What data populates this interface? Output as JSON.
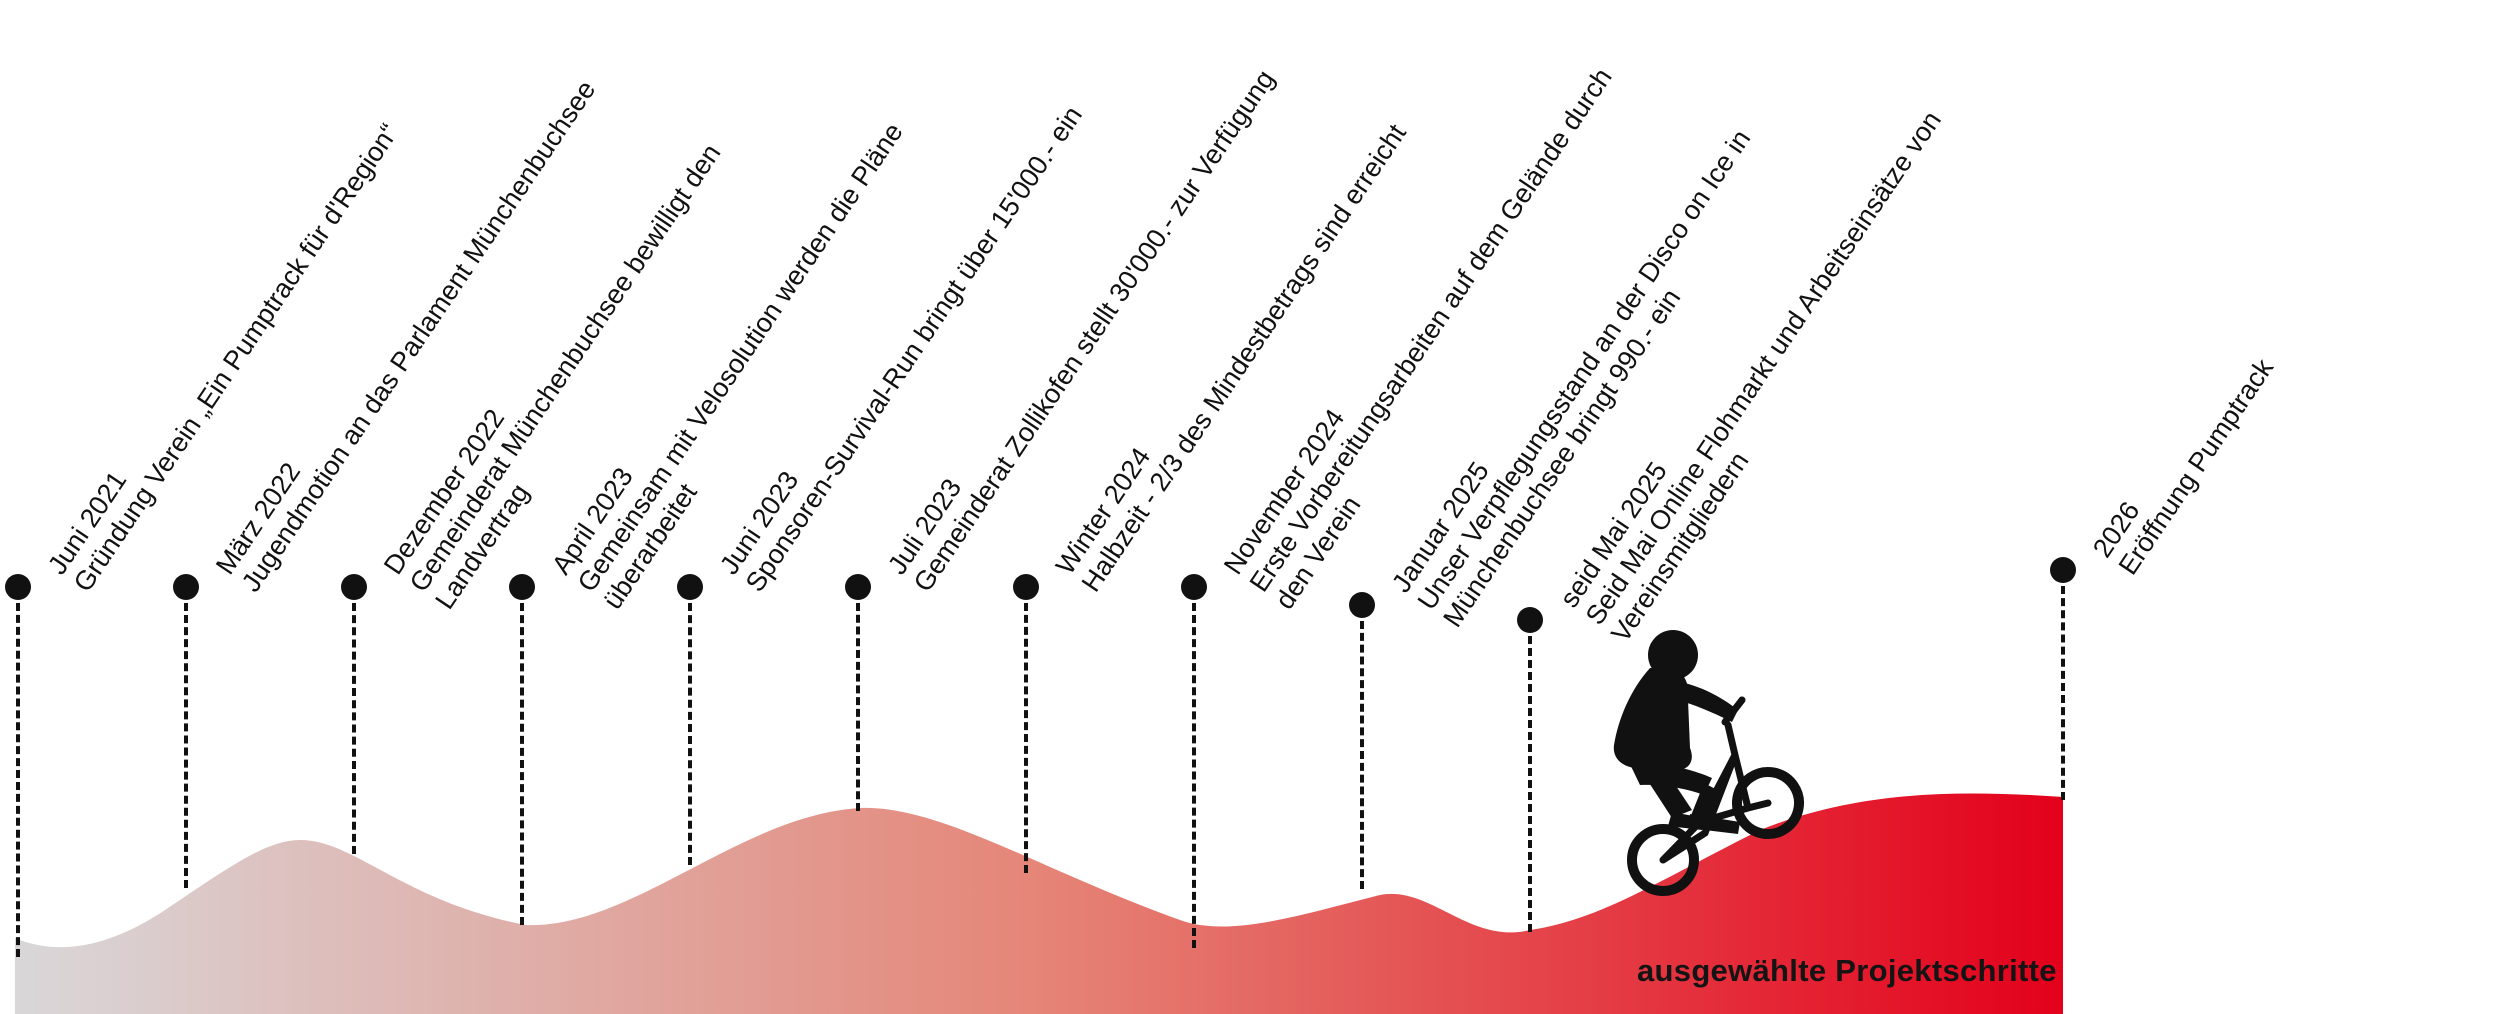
{
  "colors": {
    "gradient_start": "#d9d7d9",
    "gradient_mid": "#e58577",
    "gradient_end": "#e3001b",
    "marker": "#111111",
    "rider": "#111111"
  },
  "milestones": [
    {
      "date": "Juni 2021",
      "text": [
        "Gründung Verein „Ein Pumptrack für d'Region“"
      ]
    },
    {
      "date": "März 2022",
      "text": [
        "Jugendmotion an das Parlament Münchenbuchsee"
      ]
    },
    {
      "date": "Dezember 2022",
      "text": [
        "Gemeinderat Münchenbuchsee bewilligt den",
        "Landvertrag"
      ]
    },
    {
      "date": "April 2023",
      "text": [
        "Gemeinsam mit Velosolution werden die Pläne",
        "überarbeitet"
      ]
    },
    {
      "date": "Juni 2023",
      "text": [
        "Sponsoren-Survival-Run bringt über 15'000.- ein"
      ]
    },
    {
      "date": "Juli 2023",
      "text": [
        "Gemeinderat Zollikofen stellt 30'000.- zur Verfügung"
      ]
    },
    {
      "date": "Winter 2024",
      "text": [
        "Halbzeit - 2/3 des Mindestbetrags sind erreicht"
      ]
    },
    {
      "date": "November 2024",
      "text": [
        "Erste Vorbereitungsarbeiten auf dem Gelände durch",
        "den Verein"
      ]
    },
    {
      "date": "Januar 2025",
      "text": [
        "Unser Verpflegungsstand an der Disco on Ice in",
        "Münchenbuchsee bringt 990.- ein"
      ]
    },
    {
      "date": "seid Mai 2025",
      "text": [
        "Seid Mai Online Flohmarkt und Arbeitseinsätze von",
        "Vereinsmitgliedern"
      ]
    },
    {
      "date": "2026",
      "text": [
        "Eröffnung Pumptrack"
      ]
    }
  ],
  "footer_label": "ausgewählte Projektschritte",
  "icons": {
    "rider": "bmx-rider-silhouette"
  }
}
